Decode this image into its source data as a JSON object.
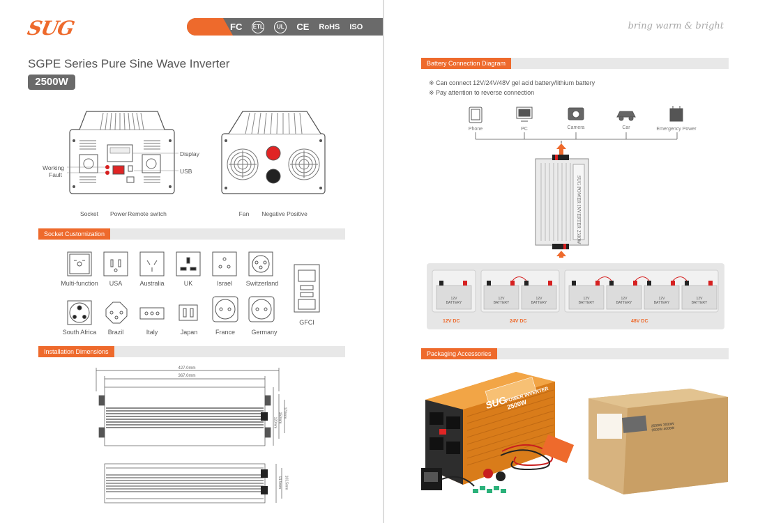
{
  "brand": {
    "logo": "SUG",
    "slogan": "bring warm & bright"
  },
  "certs": {
    "fc": "FC",
    "etl": "ETL",
    "ul": "UL",
    "ce": "CE",
    "rohs": "RoHS",
    "iso": "ISO"
  },
  "product": {
    "title": "SGPE Series Pure Sine Wave Inverter",
    "badge": "2500W"
  },
  "front_labels": {
    "display": "Display",
    "usb": "USB",
    "working": "Working",
    "fault": "Fault",
    "socket": "Socket",
    "power": "Power",
    "remote": "Remote switch"
  },
  "rear_labels": {
    "fan": "Fan",
    "negative": "Negative",
    "positive": "Positive"
  },
  "sections": {
    "socket": "Socket Customization",
    "install": "Installation Dimensions",
    "battery": "Battery Connection Diagram",
    "packaging": "Packaging Accessories"
  },
  "sockets": {
    "row1": [
      "Multi-function",
      "USA",
      "Australia",
      "UK",
      "Israel",
      "Switzerland"
    ],
    "row2": [
      "South Africa",
      "Brazil",
      "Italy",
      "Japan",
      "France",
      "Germany"
    ],
    "gfci": "GFCI"
  },
  "dimensions": {
    "overall": "427.0mm",
    "inner": "367.0mm",
    "h1": "170mm",
    "h2": "150mm",
    "h3": "120mm",
    "d1": "103.5mm",
    "d2": "91.5mm"
  },
  "battery": {
    "bullet1": "Can connect 12V/24V/48V gel acid battery/lithium battery",
    "bullet2": "Pay attention to reverse connection",
    "devices": [
      "Phone",
      "PC",
      "Camera",
      "Car",
      "Emergency Power"
    ],
    "battery_label": "12V BATTERY",
    "groups": [
      "12V DC",
      "24V DC",
      "48V DC"
    ],
    "inverter_text": "SUG POWER INVERTER 2500W"
  },
  "packaging": {
    "inverter_brand": "SUG",
    "inverter_label": "POWER INVERTER",
    "inverter_watt": "2500W",
    "box_models": [
      "2500W",
      "3000W",
      "3500W",
      "4000W"
    ]
  },
  "colors": {
    "accent": "#ee6a2c",
    "dark": "#6a6a6a",
    "red": "#d62020"
  }
}
